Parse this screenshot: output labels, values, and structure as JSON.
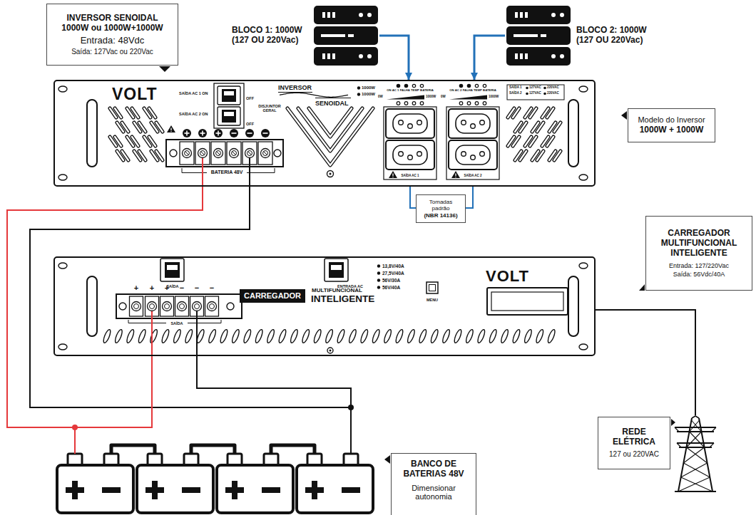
{
  "diagram": {
    "nodes": [
      {
        "text": [
          "INVERSOR SENOIDAL 1000W ou 1000W+1000W",
          "Entrada: 48Vdc",
          "Saída: 127Vac ou 220Vac"
        ]
      },
      {
        "text": [
          "BLOCO 1: 1000W (127 OU 220Vac)"
        ]
      },
      {
        "text": [
          "BLOCO 2: 1000W (127 OU 220Vac)"
        ]
      },
      {
        "text": [
          "VOLT",
          "SAÍDA AC 1 ON",
          "SAÍDA AC 2 ON",
          "OFF",
          "OFF",
          "DISJUNTOR GERAL",
          "BATERIA 48V",
          "INVERSOR",
          "SENOIDAL",
          "1000W",
          "1000W",
          "ON AC 1 FALHA TEMP BATERIA",
          "0W",
          "1000W",
          "SAÍDA AC 1",
          "ON AC 2 FALHA TEMP BATERIA",
          "0W",
          "1000W",
          "SAÍDA AC 2",
          "SAÍDA 1",
          "127VAC",
          "220VAC",
          "SAÍDA 2",
          "127VAC",
          "220VAC"
        ]
      },
      {
        "text": [
          "Modelo do Inversor",
          "1000W + 1000W"
        ]
      },
      {
        "text": [
          "Tomadas padrão",
          "(NBR 14136)"
        ]
      },
      {
        "text": [
          "CARREGADOR MULTIFUNCIONAL INTELIGENTE",
          "Entrada: 127/220Vac",
          "Saída: 56Vdc/40A"
        ]
      },
      {
        "text": [
          "SAÍDA",
          "ENTRADA AC",
          "13,8V/40A",
          "27,5V/40A",
          "56V/30A",
          "56V/40A",
          "VOLT",
          "MENU",
          "CARREGADOR",
          "MULTIFUNCIONAL",
          "INTELIGENTE",
          "+",
          "+",
          "+",
          "−",
          "−",
          "−",
          "SAÍDA"
        ]
      },
      {
        "text": [
          "REDE ELÉTRICA",
          "127 ou 220VAC"
        ]
      },
      {
        "text": [
          "BANCO DE BATERIAS 48V",
          "Dimensionar autonomia"
        ]
      }
    ],
    "edges": [
      {
        "from": 1,
        "to": 3,
        "arrow": "to"
      },
      {
        "from": 2,
        "to": 3,
        "arrow": "to"
      },
      {
        "from": 5,
        "to": 3,
        "arrow": "none"
      },
      {
        "from": 5,
        "to": 3,
        "arrow": "none"
      },
      {
        "from": 3,
        "to": 9,
        "arrow": "none"
      },
      {
        "from": 3,
        "to": 9,
        "arrow": "none"
      },
      {
        "from": 7,
        "to": 9,
        "arrow": "none"
      },
      {
        "from": 7,
        "to": 9,
        "arrow": "none"
      },
      {
        "from": 7,
        "to": 8,
        "arrow": "none"
      }
    ]
  }
}
